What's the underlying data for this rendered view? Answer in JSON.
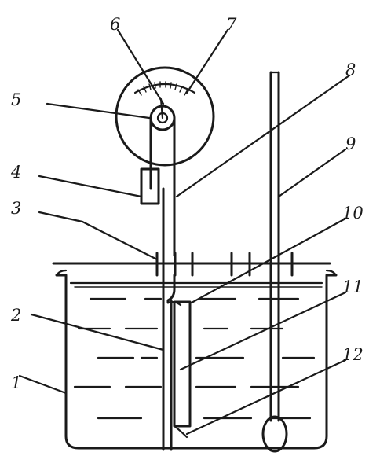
{
  "callouts": [
    {
      "id": "1",
      "text": "1"
    },
    {
      "id": "2",
      "text": "2"
    },
    {
      "id": "3",
      "text": "3"
    },
    {
      "id": "4",
      "text": "4"
    },
    {
      "id": "5",
      "text": "5"
    },
    {
      "id": "6",
      "text": "6"
    },
    {
      "id": "7",
      "text": "7"
    },
    {
      "id": "8",
      "text": "8"
    },
    {
      "id": "9",
      "text": "9"
    },
    {
      "id": "10",
      "text": "10"
    },
    {
      "id": "11",
      "text": "11"
    },
    {
      "id": "12",
      "text": "12"
    }
  ],
  "colors": {
    "ink": "#1a1a1a",
    "background": "#ffffff"
  }
}
